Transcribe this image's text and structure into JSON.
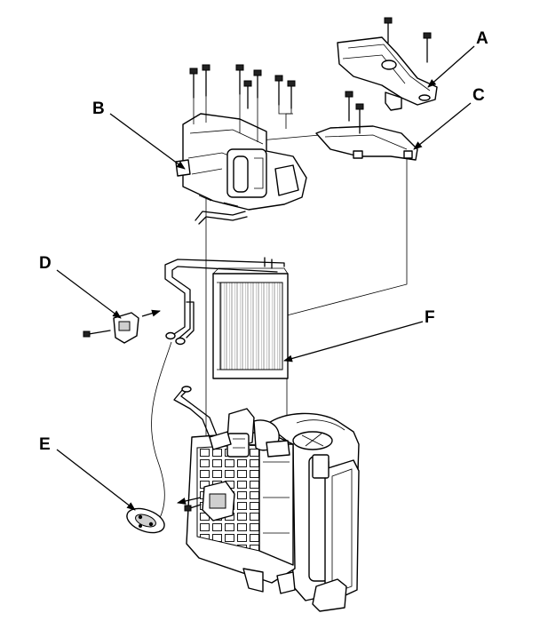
{
  "callouts": {
    "a": "A",
    "b": "B",
    "c": "C",
    "d": "D",
    "e": "E",
    "f": "F"
  }
}
